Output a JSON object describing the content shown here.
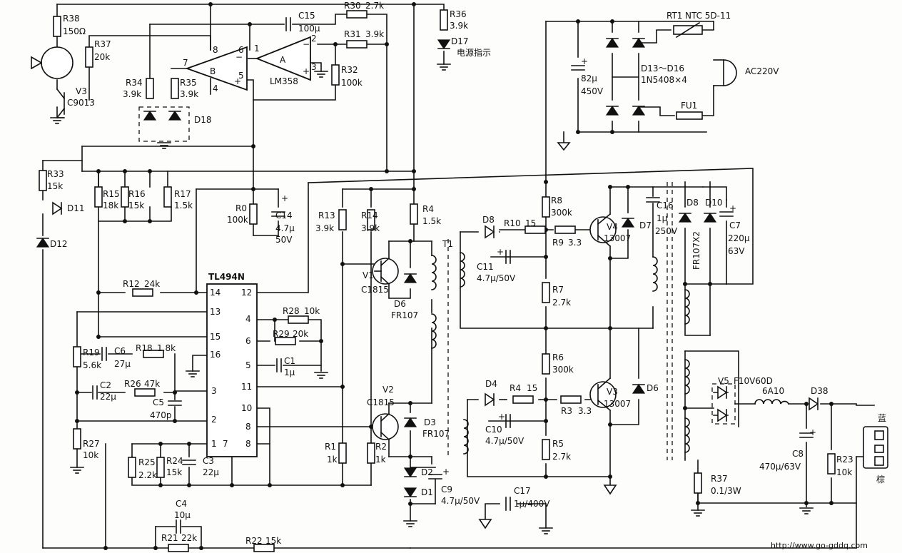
{
  "resistors": [
    {
      "ref": "R38",
      "value": "150Ω"
    },
    {
      "ref": "R37",
      "value": "20k"
    },
    {
      "ref": "R34",
      "value": "3.9k"
    },
    {
      "ref": "R35",
      "value": "3.9k"
    },
    {
      "ref": "R30",
      "value": "2.7k"
    },
    {
      "ref": "R31",
      "value": "3.9k"
    },
    {
      "ref": "R32",
      "value": "100k"
    },
    {
      "ref": "R36",
      "value": "3.9k"
    },
    {
      "ref": "R33",
      "value": "15k"
    },
    {
      "ref": "R15",
      "value": "18k"
    },
    {
      "ref": "R16",
      "value": "15k"
    },
    {
      "ref": "R17",
      "value": "1.5k"
    },
    {
      "ref": "R0",
      "value": "100k"
    },
    {
      "ref": "R12",
      "value": "24k"
    },
    {
      "ref": "R28",
      "value": "10k"
    },
    {
      "ref": "R29",
      "value": "20k"
    },
    {
      "ref": "R19",
      "value": "5.6k"
    },
    {
      "ref": "R18",
      "value": "1.8k"
    },
    {
      "ref": "R26",
      "value": "47k"
    },
    {
      "ref": "R27",
      "value": "10k"
    },
    {
      "ref": "R25",
      "value": "2.2k"
    },
    {
      "ref": "R24",
      "value": "15k"
    },
    {
      "ref": "R21",
      "value": "22k"
    },
    {
      "ref": "R22",
      "value": "15k"
    },
    {
      "ref": "R13",
      "value": "3.9k"
    },
    {
      "ref": "R14",
      "value": "3.9k"
    },
    {
      "ref": "R4",
      "value": "1.5k"
    },
    {
      "ref": "R1",
      "value": "1k"
    },
    {
      "ref": "R2",
      "value": "1k"
    },
    {
      "ref": "R8",
      "value": "300k"
    },
    {
      "ref": "R10",
      "value": "15"
    },
    {
      "ref": "R9",
      "value": "3.3"
    },
    {
      "ref": "R7",
      "value": "2.7k"
    },
    {
      "ref": "R6",
      "value": "300k"
    },
    {
      "ref": "R4",
      "value": "15"
    },
    {
      "ref": "R3",
      "value": "3.3"
    },
    {
      "ref": "R5",
      "value": "2.7k"
    },
    {
      "ref": "R37",
      "value": "0.1/3W"
    },
    {
      "ref": "R23",
      "value": "10k"
    }
  ],
  "capacitors": [
    {
      "ref": "C15",
      "value": "100μ"
    },
    {
      "ref": "C14",
      "value": "4.7μ",
      "value2": "50V"
    },
    {
      "ref": "C6",
      "value": "27μ"
    },
    {
      "ref": "C1",
      "value": "1μ"
    },
    {
      "ref": "C2",
      "value": "22μ"
    },
    {
      "ref": "C5",
      "value": "470p"
    },
    {
      "ref": "C3",
      "value": "22μ"
    },
    {
      "ref": "C4",
      "value": "10μ"
    },
    {
      "ref": "C9",
      "value": "4.7μ/50V"
    },
    {
      "ref": "C17",
      "value": "1μ/400V"
    },
    {
      "ref": "C11",
      "value": "4.7μ/50V"
    },
    {
      "ref": "C10",
      "value": "4.7μ/50V"
    },
    {
      "ref": "C16",
      "value": "1μ",
      "value2": "250V"
    },
    {
      "ref": "C7",
      "value": "220μ",
      "value2": "63V"
    },
    {
      "ref": "C8",
      "value": "470μ/63V"
    },
    {
      "ref": "",
      "value": "82μ",
      "value2": "450V"
    }
  ],
  "diodes": {
    "d17": "D17",
    "d17_label": "电源指示",
    "d18": "D18",
    "d11": "D11",
    "d12": "D12",
    "d6a": "D6",
    "d6a_value": "FR107",
    "d3": "D3",
    "d3_value": "FR107",
    "d2": "D2",
    "d1": "D1",
    "d8a": "D8",
    "d7": "D7",
    "d4": "D4",
    "d6b": "D6",
    "d8b": "D8",
    "d10": "D10",
    "fr": "FR107X2",
    "bridge": "D13～D16",
    "bridge_value": "1N5408×4",
    "d38": "D38"
  },
  "transistors": {
    "v3": "V3",
    "v3_value": "C9013",
    "v1": "V1",
    "v1_value": "C1815",
    "v2": "V2",
    "v2_value": "C1815",
    "v4": "V4",
    "v4_value": "13007",
    "v3b": "V3",
    "v3b_value": "13007",
    "v5": "V5",
    "v5_value": "F10V60D"
  },
  "ic": {
    "name": "TL494N",
    "pins_left": [
      "14",
      "13",
      "15",
      "16",
      "3",
      "2",
      "1"
    ],
    "pins_right": [
      "12",
      "4",
      "6",
      "5",
      "11",
      "10",
      "8",
      "8"
    ],
    "bottom_pin": "7"
  },
  "opamp": {
    "a_label": "A",
    "b_label": "B",
    "chip": "LM358",
    "pins": {
      "p1": "1",
      "p2": "2",
      "p3": "3",
      "p4": "4",
      "p5": "5",
      "p6": "6",
      "p7": "7",
      "p8": "8"
    }
  },
  "misc": {
    "t1": "T1",
    "rt1": "RT1",
    "rt1_value": "NTC 5D-11",
    "fu1": "FU1",
    "ac": "AC220V",
    "inductor": "6A10",
    "blue": "蓝",
    "brown": "棕",
    "watermark": "http://www.go-gddq.com"
  }
}
